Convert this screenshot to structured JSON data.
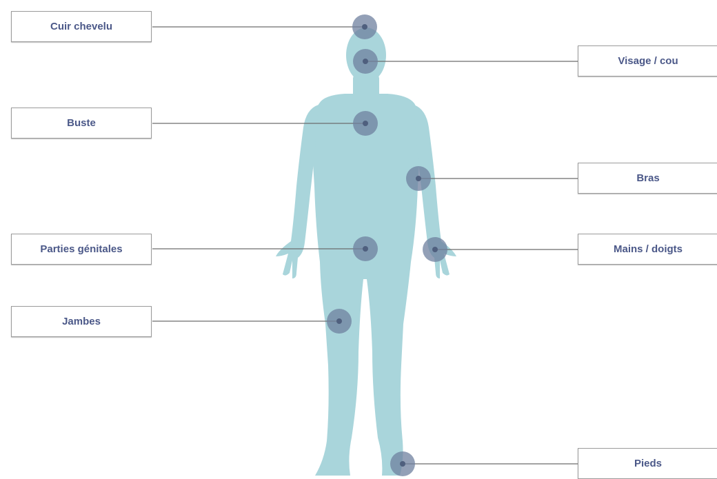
{
  "colors": {
    "body": "#a9d5db",
    "marker_outer": "#6f809f",
    "marker_inner": "#4f5f7e",
    "line": "#6c6c6c",
    "label_text": "#4b5888"
  },
  "labels": {
    "scalp": "Cuir chevelu",
    "face_neck": "Visage / cou",
    "torso": "Buste",
    "arms": "Bras",
    "genitals": "Parties génitales",
    "hands_fingers": "Mains / doigts",
    "legs": "Jambes",
    "feet": "Pieds"
  }
}
